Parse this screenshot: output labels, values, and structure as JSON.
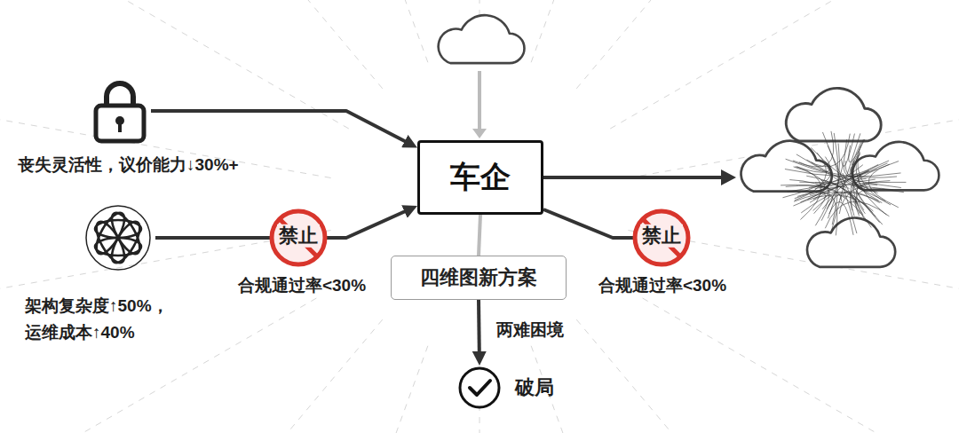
{
  "diagram": {
    "nodes": [
      {
        "text": [
          "丧失灵活性，议价能力↓30%+"
        ]
      },
      {
        "text": [
          "架构复杂度↑50%，运维成本↑40%"
        ]
      },
      {
        "text": [
          "车企"
        ]
      },
      {
        "text": [
          "四维图新方案"
        ]
      },
      {
        "text": [
          "破局"
        ]
      }
    ],
    "edges": [
      {
        "from": 0,
        "to": 2,
        "arrow": "to"
      },
      {
        "from": 1,
        "to": 2,
        "arrow": "to",
        "label": "合规通过率<30%"
      },
      {
        "from": 2,
        "to": 3,
        "arrow": "none"
      },
      {
        "from": 3,
        "to": 4,
        "arrow": "to",
        "label": "两难困境"
      }
    ],
    "labels": [
      "禁止",
      "禁止",
      "合规通过率<30%"
    ]
  }
}
